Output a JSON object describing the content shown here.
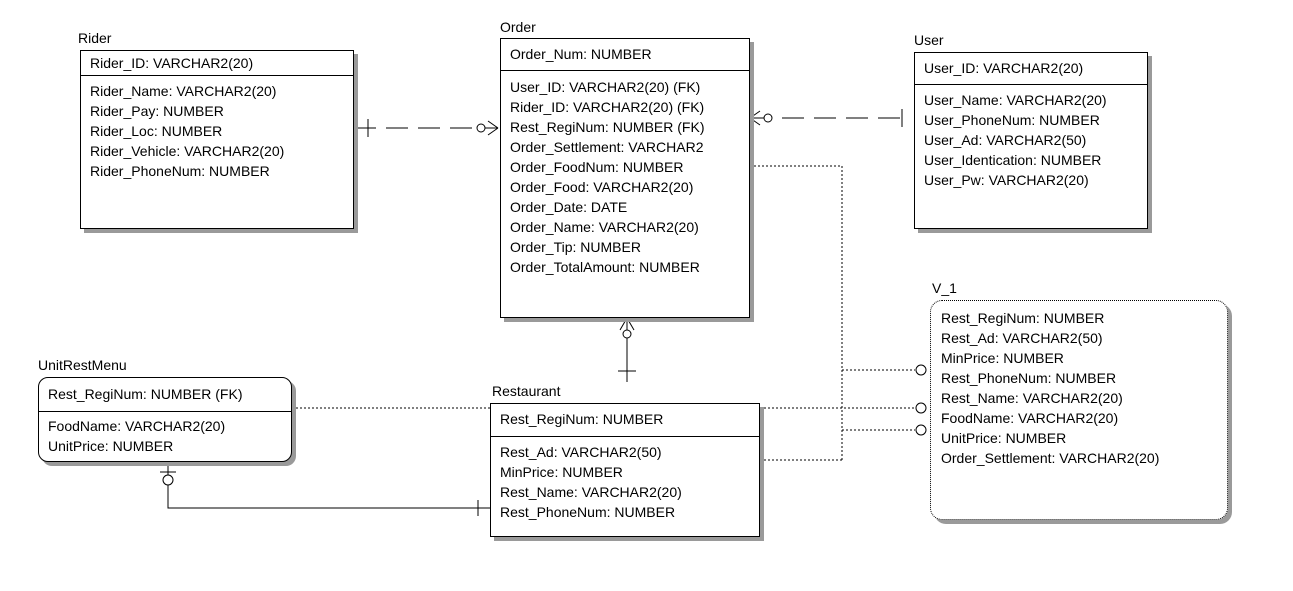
{
  "entities": {
    "rider": {
      "title": "Rider",
      "pk": "Rider_ID: VARCHAR2(20)",
      "attrs": [
        "Rider_Name: VARCHAR2(20)",
        "Rider_Pay: NUMBER",
        "Rider_Loc: NUMBER",
        "Rider_Vehicle: VARCHAR2(20)",
        "Rider_PhoneNum: NUMBER"
      ]
    },
    "order": {
      "title": "Order",
      "pk": "Order_Num: NUMBER",
      "attrs": [
        "User_ID: VARCHAR2(20) (FK)",
        "Rider_ID: VARCHAR2(20) (FK)",
        "Rest_RegiNum: NUMBER (FK)",
        "Order_Settlement: VARCHAR2",
        "Order_FoodNum: NUMBER",
        "Order_Food: VARCHAR2(20)",
        "Order_Date: DATE",
        "Order_Name: VARCHAR2(20)",
        "Order_Tip: NUMBER",
        "Order_TotalAmount: NUMBER"
      ]
    },
    "user": {
      "title": "User",
      "pk": "User_ID: VARCHAR2(20)",
      "attrs": [
        "User_Name: VARCHAR2(20)",
        "User_PhoneNum: NUMBER",
        "User_Ad: VARCHAR2(50)",
        "User_Identication: NUMBER",
        "User_Pw: VARCHAR2(20)"
      ]
    },
    "unitrestmenu": {
      "title": "UnitRestMenu",
      "pk": "Rest_RegiNum: NUMBER (FK)",
      "attrs": [
        "FoodName: VARCHAR2(20)",
        "UnitPrice: NUMBER"
      ]
    },
    "restaurant": {
      "title": "Restaurant",
      "pk": "Rest_RegiNum: NUMBER",
      "attrs": [
        "Rest_Ad: VARCHAR2(50)",
        "MinPrice: NUMBER",
        "Rest_Name: VARCHAR2(20)",
        "Rest_PhoneNum: NUMBER"
      ]
    },
    "v1": {
      "title": "V_1",
      "attrs": [
        "Rest_RegiNum: NUMBER",
        "Rest_Ad: VARCHAR2(50)",
        "MinPrice: NUMBER",
        "Rest_PhoneNum: NUMBER",
        "Rest_Name: VARCHAR2(20)",
        "FoodName: VARCHAR2(20)",
        "UnitPrice: NUMBER",
        "Order_Settlement: VARCHAR2(20)"
      ]
    }
  }
}
